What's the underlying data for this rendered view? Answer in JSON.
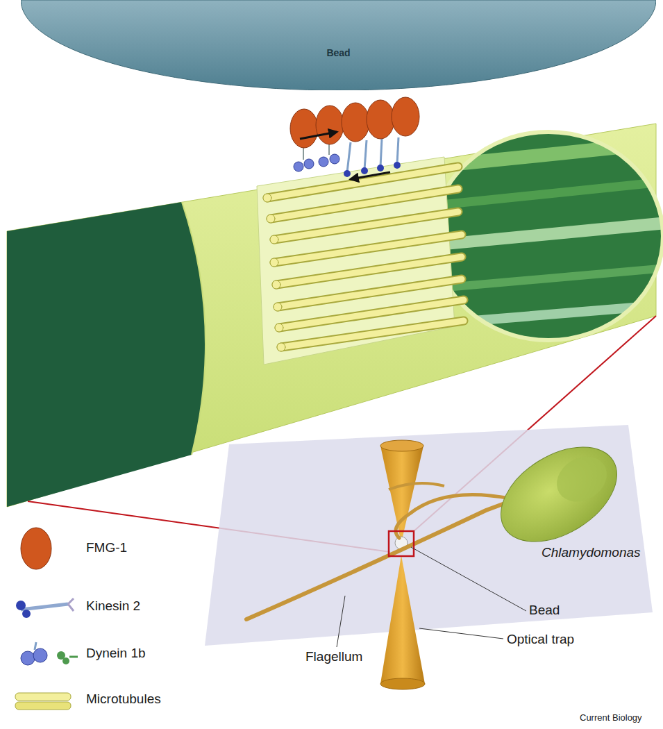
{
  "diagram": {
    "nodes": [
      {
        "text": [
          "Bead"
        ]
      }
    ],
    "labels": [
      "Chlamydomonas",
      "Bead",
      "Optical trap",
      "Flagellum",
      "Current Biology"
    ],
    "legend": [
      {
        "text": "FMG-1"
      },
      {
        "text": "Kinesin 2"
      },
      {
        "text": "Dynein 1b"
      },
      {
        "text": "Microtubules"
      }
    ]
  }
}
